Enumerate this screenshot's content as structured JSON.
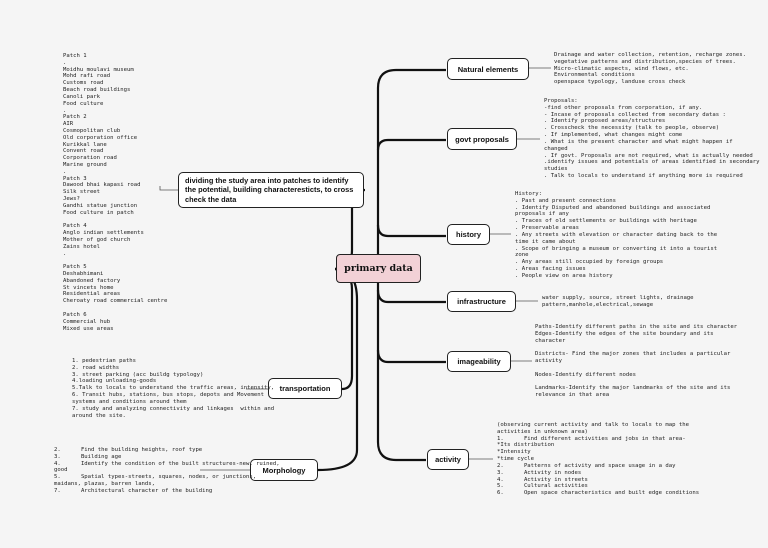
{
  "central_topic": "primary data",
  "right_branches": [
    {
      "label": "Natural elements",
      "notes": "Drainage and water collection, retention, recharge zones.\nvegetative patterns and distribution,species of trees.\nMicro-climatic aspects, wind flows, etc.\nEnvironmental conditions\nopenspace typology, landuse cross check"
    },
    {
      "label": "govt proposals",
      "notes": "Proposals:\n-find other proposals from corporation, if any.\n- Incase of proposals collected from secondary datas :\n. Identify proposed areas/structures\n. Crosscheck the necessity (talk to people, observe)\n. If implemented, what changes might come\n. What is the present character and what might happen if\nchanged\n. If govt. Proposals are not required, what is actually needed\n.identify issues and potentials of areas identified in secondary\nstudies\n. Talk to locals to understand if anything more is required"
    },
    {
      "label": "history",
      "notes": "History:\n. Past and present connections\n. Identify Disputed and abandoned buildings and associated\nproposals if any\n. Traces of old settlements or buildings with heritage\n. Preservable areas\n. Any streets with elevation or character dating back to the\ntime it came about\n. Scope of bringing a museum or converting it into a tourist\nzone\n. Any areas still occupied by foreign groups\n. Areas facing issues\n. People view on area history"
    },
    {
      "label": "infrastructure",
      "notes": "water supply, source, street lights, drainage\npattern,manhole,electrical,sewage"
    },
    {
      "label": "imageability",
      "notes": "Paths-Identify different paths in the site and its character\nEdges-Identify the edges of the site boundary and its\ncharacter\n\nDistricts- Find the major zones that includes a particular\nactivity\n\nNodes-Identify different nodes\n\nLandmarks-Identify the major landmarks of the site and its\nrelevance in that area"
    },
    {
      "label": "activity",
      "notes": "(observing current activity and talk to locals to map the\nactivities in unknown area)\n1.      Find different activities and jobs in that area-\n*Its distribution\n*Intensity\n*time cycle\n2.      Patterns of activity and space usage in a day\n3.      Activity in nodes\n4.      Activity in streets\n5.      Cultural activities\n6.      Open space characteristics and built edge conditions"
    }
  ],
  "left_branches": [
    {
      "label": "dividing the study area into patches to identify the potential, building characteresticts, to cross check the data",
      "notes": "Patch 1\n.\nMoidhu moulavi museum\nMohd rafi road\nCustoms road\nBeach road buildings\nCanoli park\nFood culture\n.\nPatch 2\nAIR\nCosmopolitan club\nOld corporation office\nKurikkal lane\nConvent road\nCorporation road\nMarine ground\n.\nPatch 3\nDawood bhai kapasi road\nSilk street\nJews?\nGandhi statue junction\nFood culture in patch\n\nPatch 4\nAnglo indian settlements\nMother of god church\nZains hotel\n.\n\nPatch 5\nDeshabhimani\nAbandoned factory\nSt vincets home\nResidential areas\nCheroaty road commercial centre\n\nPatch 6\nCommercial hub\nMixed use areas"
    },
    {
      "label": "transportation",
      "notes": "1. pedestrian paths\n2. road widths\n3. street parking (acc buildg typology)\n4.loading unloading-goods\n5.Talk to locals to understand the traffic areas, intensity,\n6. Transit hubs, stations, bus stops, depots and Movement\nsystems and conditions around them\n7. study and analyzing connectivity and linkages  within and\naround the site."
    },
    {
      "label": "Morphology",
      "notes": "2.      Find the building heights, roof type\n3.      Building age\n4.      Identify the condition of the built structures-new, ruined,\ngood\n5.      Spatial types-streets, squares, nodes, or junctions,\nmaidans, plazas, barren lands,\n7.      Architectural character of the building"
    }
  ]
}
